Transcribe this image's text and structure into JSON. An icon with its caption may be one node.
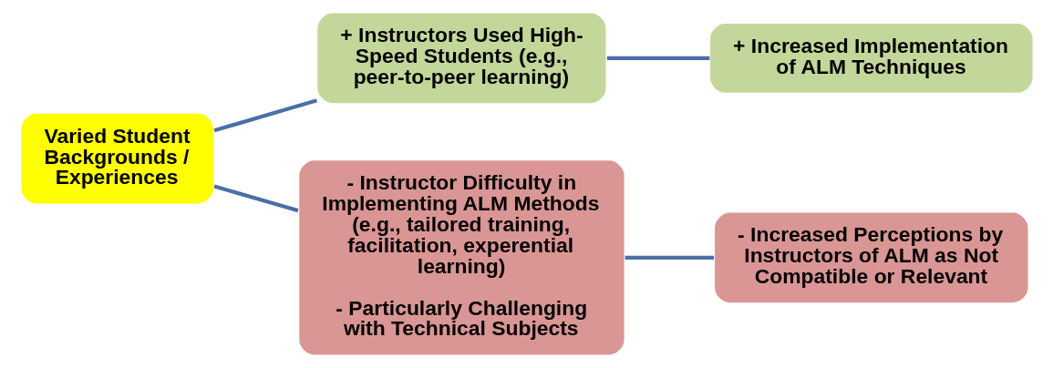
{
  "diagram": {
    "nodes": [
      {
        "text": [
          "Varied Student Backgrounds / Experiences"
        ]
      },
      {
        "text": [
          "+ Instructors Used High-Speed Students (e.g., peer-to-peer learning)"
        ]
      },
      {
        "text": [
          "+ Increased Implementation of ALM Techniques"
        ]
      },
      {
        "text": [
          "- Instructor Difficulty in Implementing ALM Methods (e.g., tailored training, facilitation, experential learning)",
          "- Particularly Challenging with Technical Subjects"
        ]
      },
      {
        "text": [
          "- Increased Perceptions by Instructors of ALM as Not Compatible or Relevant"
        ]
      }
    ],
    "edges": [
      {
        "from": 0,
        "to": 1,
        "arrow": "none"
      },
      {
        "from": 0,
        "to": 3,
        "arrow": "none"
      },
      {
        "from": 1,
        "to": 2,
        "arrow": "none"
      },
      {
        "from": 3,
        "to": 4,
        "arrow": "none"
      }
    ]
  }
}
